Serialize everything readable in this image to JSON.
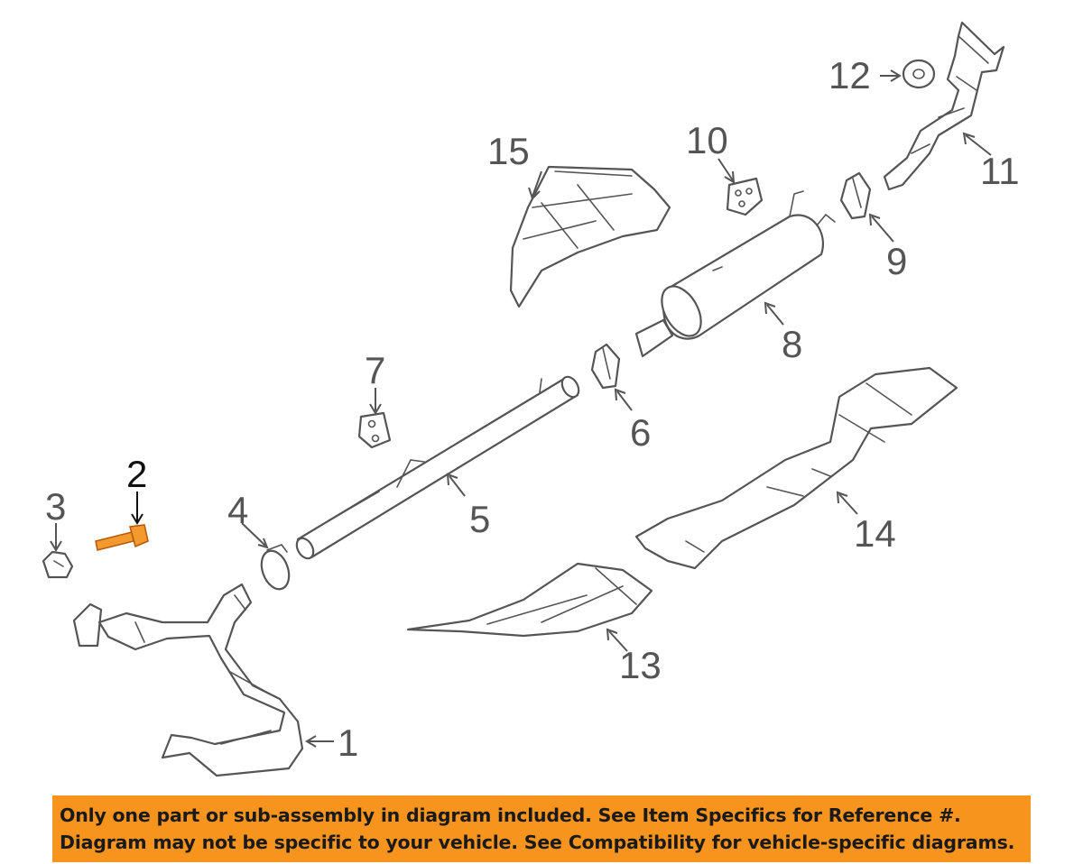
{
  "callouts": {
    "c1": "1",
    "c2": "2",
    "c3": "3",
    "c4": "4",
    "c5": "5",
    "c6": "6",
    "c7": "7",
    "c8": "8",
    "c9": "9",
    "c10": "10",
    "c11": "11",
    "c12": "12",
    "c13": "13",
    "c14": "14",
    "c15": "15"
  },
  "highlighted_part": "2",
  "colors": {
    "banner_bg": "#f7941d",
    "highlight_bolt": "#f39a2e",
    "line_art": "#555555"
  },
  "notice": {
    "line1": "Only one part or sub-assembly in diagram included. See Item Specifics for Reference #.",
    "line2": "Diagram may not be specific to your vehicle. See Compatibility for vehicle-specific diagrams."
  }
}
